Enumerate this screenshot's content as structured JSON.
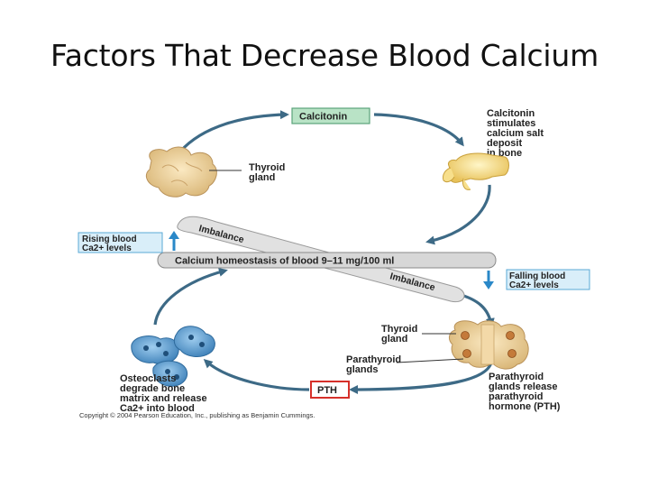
{
  "slide": {
    "title": "Factors That Decrease Blood Calcium"
  },
  "diagram": {
    "calcitonin_box": "Calcitonin",
    "calcitonin_effect": [
      "Calcitonin",
      "stimulates",
      "calcium salt",
      "deposit",
      "in bone"
    ],
    "thyroid_gland_top": [
      "Thyroid",
      "gland"
    ],
    "rising_blood": [
      "Rising blood",
      "Ca2+ levels"
    ],
    "imbalance_top": "Imbalance",
    "homeostasis": "Calcium homeostasis of blood 9–11 mg/100 ml",
    "imbalance_bottom": "Imbalance",
    "falling_blood": [
      "Falling blood",
      "Ca2+ levels"
    ],
    "thyroid_gland_bottom": [
      "Thyroid",
      "gland"
    ],
    "parathyroid_glands": [
      "Parathyroid",
      "glands"
    ],
    "pth_box": "PTH",
    "osteoclasts": [
      "Osteoclasts",
      "degrade bone",
      "matrix and release",
      "Ca2+ into blood"
    ],
    "parathyroid_release": [
      "Parathyroid",
      "glands release",
      "parathyroid",
      "hormone (PTH)"
    ],
    "copyright": "Copyright © 2004 Pearson Education, Inc., publishing as Benjamin Cummings."
  },
  "colors": {
    "arrow": "#3d6a86",
    "calcitonin_fill": "#b9e3c6",
    "pth_border": "#d6302a",
    "blue_arrow": "#2a88c8",
    "box_blue_fill": "#d9eef9",
    "box_blue_border": "#5aa9d6",
    "bar_fill": "#dcdcdc",
    "thyroid_fill": "#f2d9a6",
    "bone_fill": "#f7df8c",
    "osteoclast_fill": "#6aa8d8"
  }
}
